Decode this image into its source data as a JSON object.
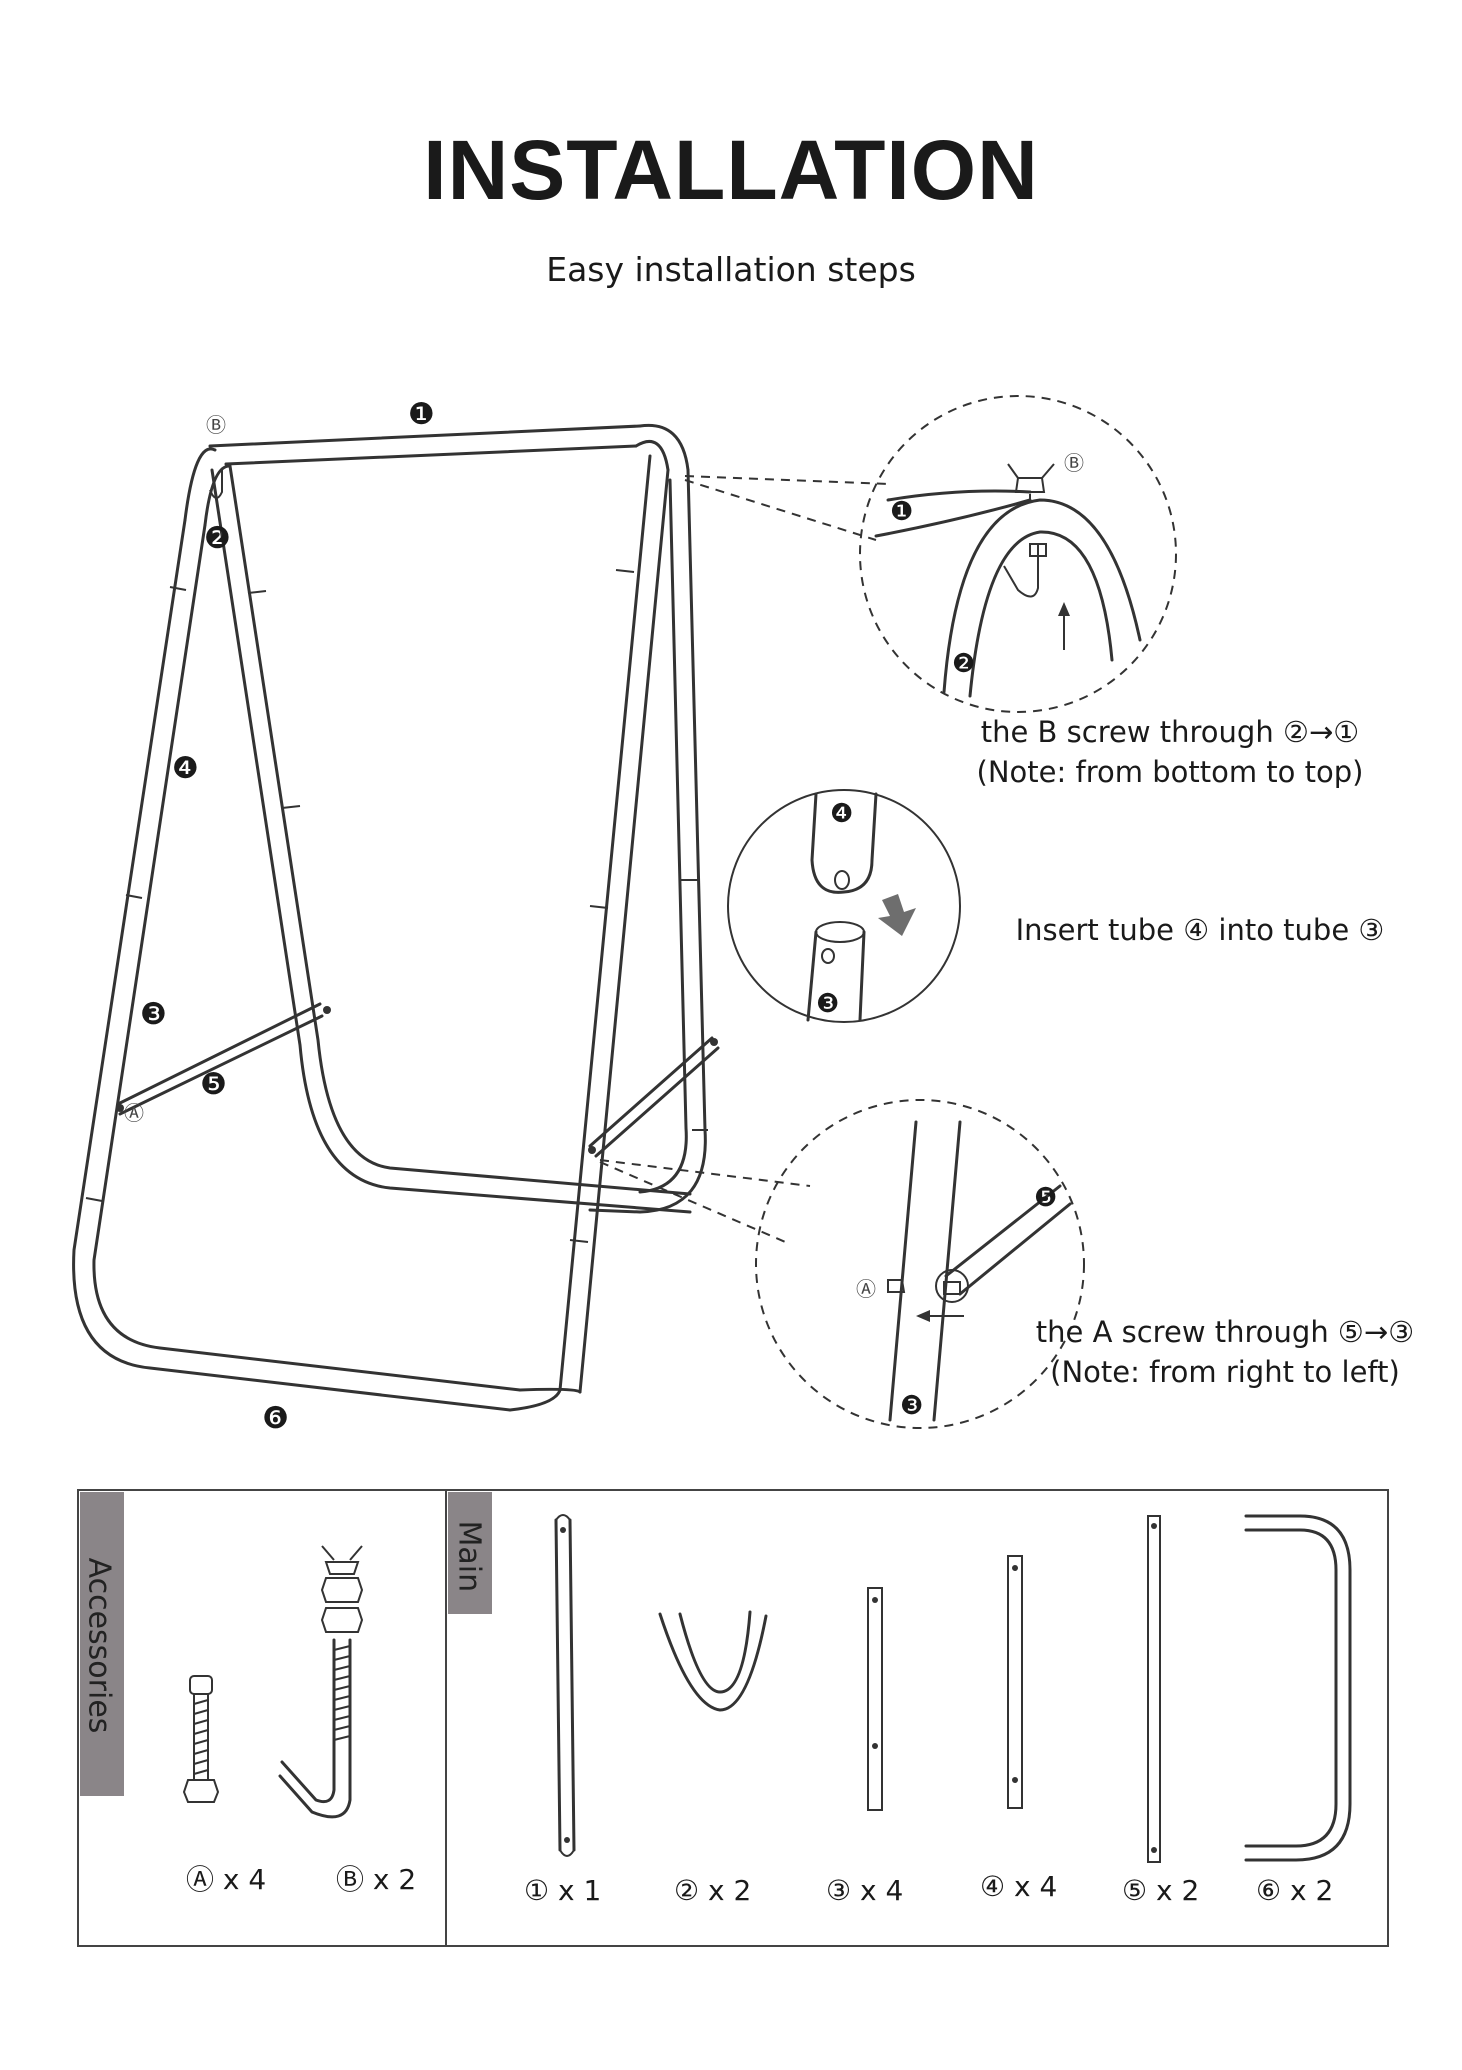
{
  "header": {
    "title": "INSTALLATION",
    "subtitle": "Easy installation steps"
  },
  "steps": [
    {
      "line1": "the B screw through ②→①",
      "line2": "(Note: from bottom to top)"
    },
    {
      "line1": "Insert tube ④ into tube ③"
    },
    {
      "line1": "the A screw through ⑤→③",
      "line2": "(Note: from right to left)"
    }
  ],
  "frame_labels": [
    "❶",
    "❷",
    "❹",
    "❸",
    "❺",
    "❻"
  ],
  "screw_labels": {
    "a": "Ⓐ",
    "b": "Ⓑ"
  },
  "detail_labels": {
    "top": [
      "❶",
      "❷",
      "Ⓑ"
    ],
    "middle": [
      "❹",
      "❸"
    ],
    "bottom": [
      "❺",
      "❸",
      "Ⓐ"
    ]
  },
  "parts_table": {
    "accessories_label": "Accessories",
    "main_label": "Main",
    "accessories": [
      {
        "id": "a",
        "qty": "Ⓐ x 4"
      },
      {
        "id": "b",
        "qty": "Ⓑ x 2"
      }
    ],
    "main": [
      {
        "id": "1",
        "qty": "① x 1"
      },
      {
        "id": "2",
        "qty": "② x 2"
      },
      {
        "id": "3",
        "qty": "③ x 4"
      },
      {
        "id": "4",
        "qty": "④ x 4"
      },
      {
        "id": "5",
        "qty": "⑤ x 2"
      },
      {
        "id": "6",
        "qty": "⑥ x 2"
      }
    ]
  },
  "colors": {
    "line": "#333333",
    "tab": "#8a8588",
    "arrow": "#6e6e6e"
  }
}
